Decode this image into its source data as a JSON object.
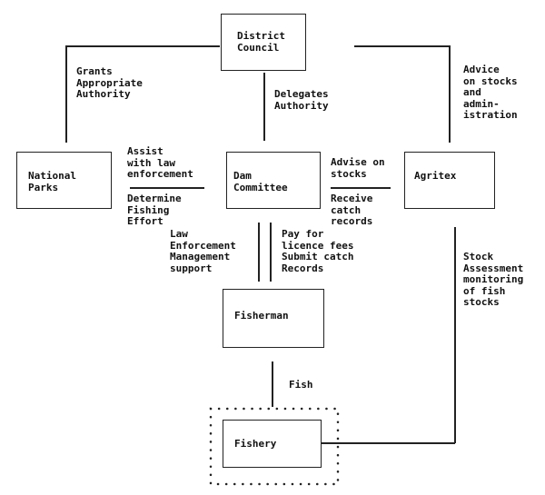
{
  "nodes": {
    "district_council": "District\nCouncil",
    "national_parks": "National\nParks",
    "dam_committee": "Dam\nCommittee",
    "agritex": "Agritex",
    "fisherman": "Fisherman",
    "fishery": "Fishery"
  },
  "edges": {
    "grants": "Grants\nAppropriate\nAuthority",
    "delegates": "Delegates\nAuthority",
    "advice_stocks": "Advice\non stocks\nand\nadmin-\nistration",
    "assist_law": "Assist\nwith law\nenforcement",
    "determine_effort": "Determine\nFishing\nEffort",
    "advise_stocks": "Advise on\nstocks",
    "receive_records": "Receive\ncatch\nrecords",
    "law_enforcement": "Law\nEnforcement\nManagement\nsupport",
    "pay_licence": "Pay for\nlicence fees\nSubmit catch\nRecords",
    "stock_assessment": "Stock\nAssessment\nmonitoring\nof fish\nstocks",
    "fish": "Fish"
  }
}
